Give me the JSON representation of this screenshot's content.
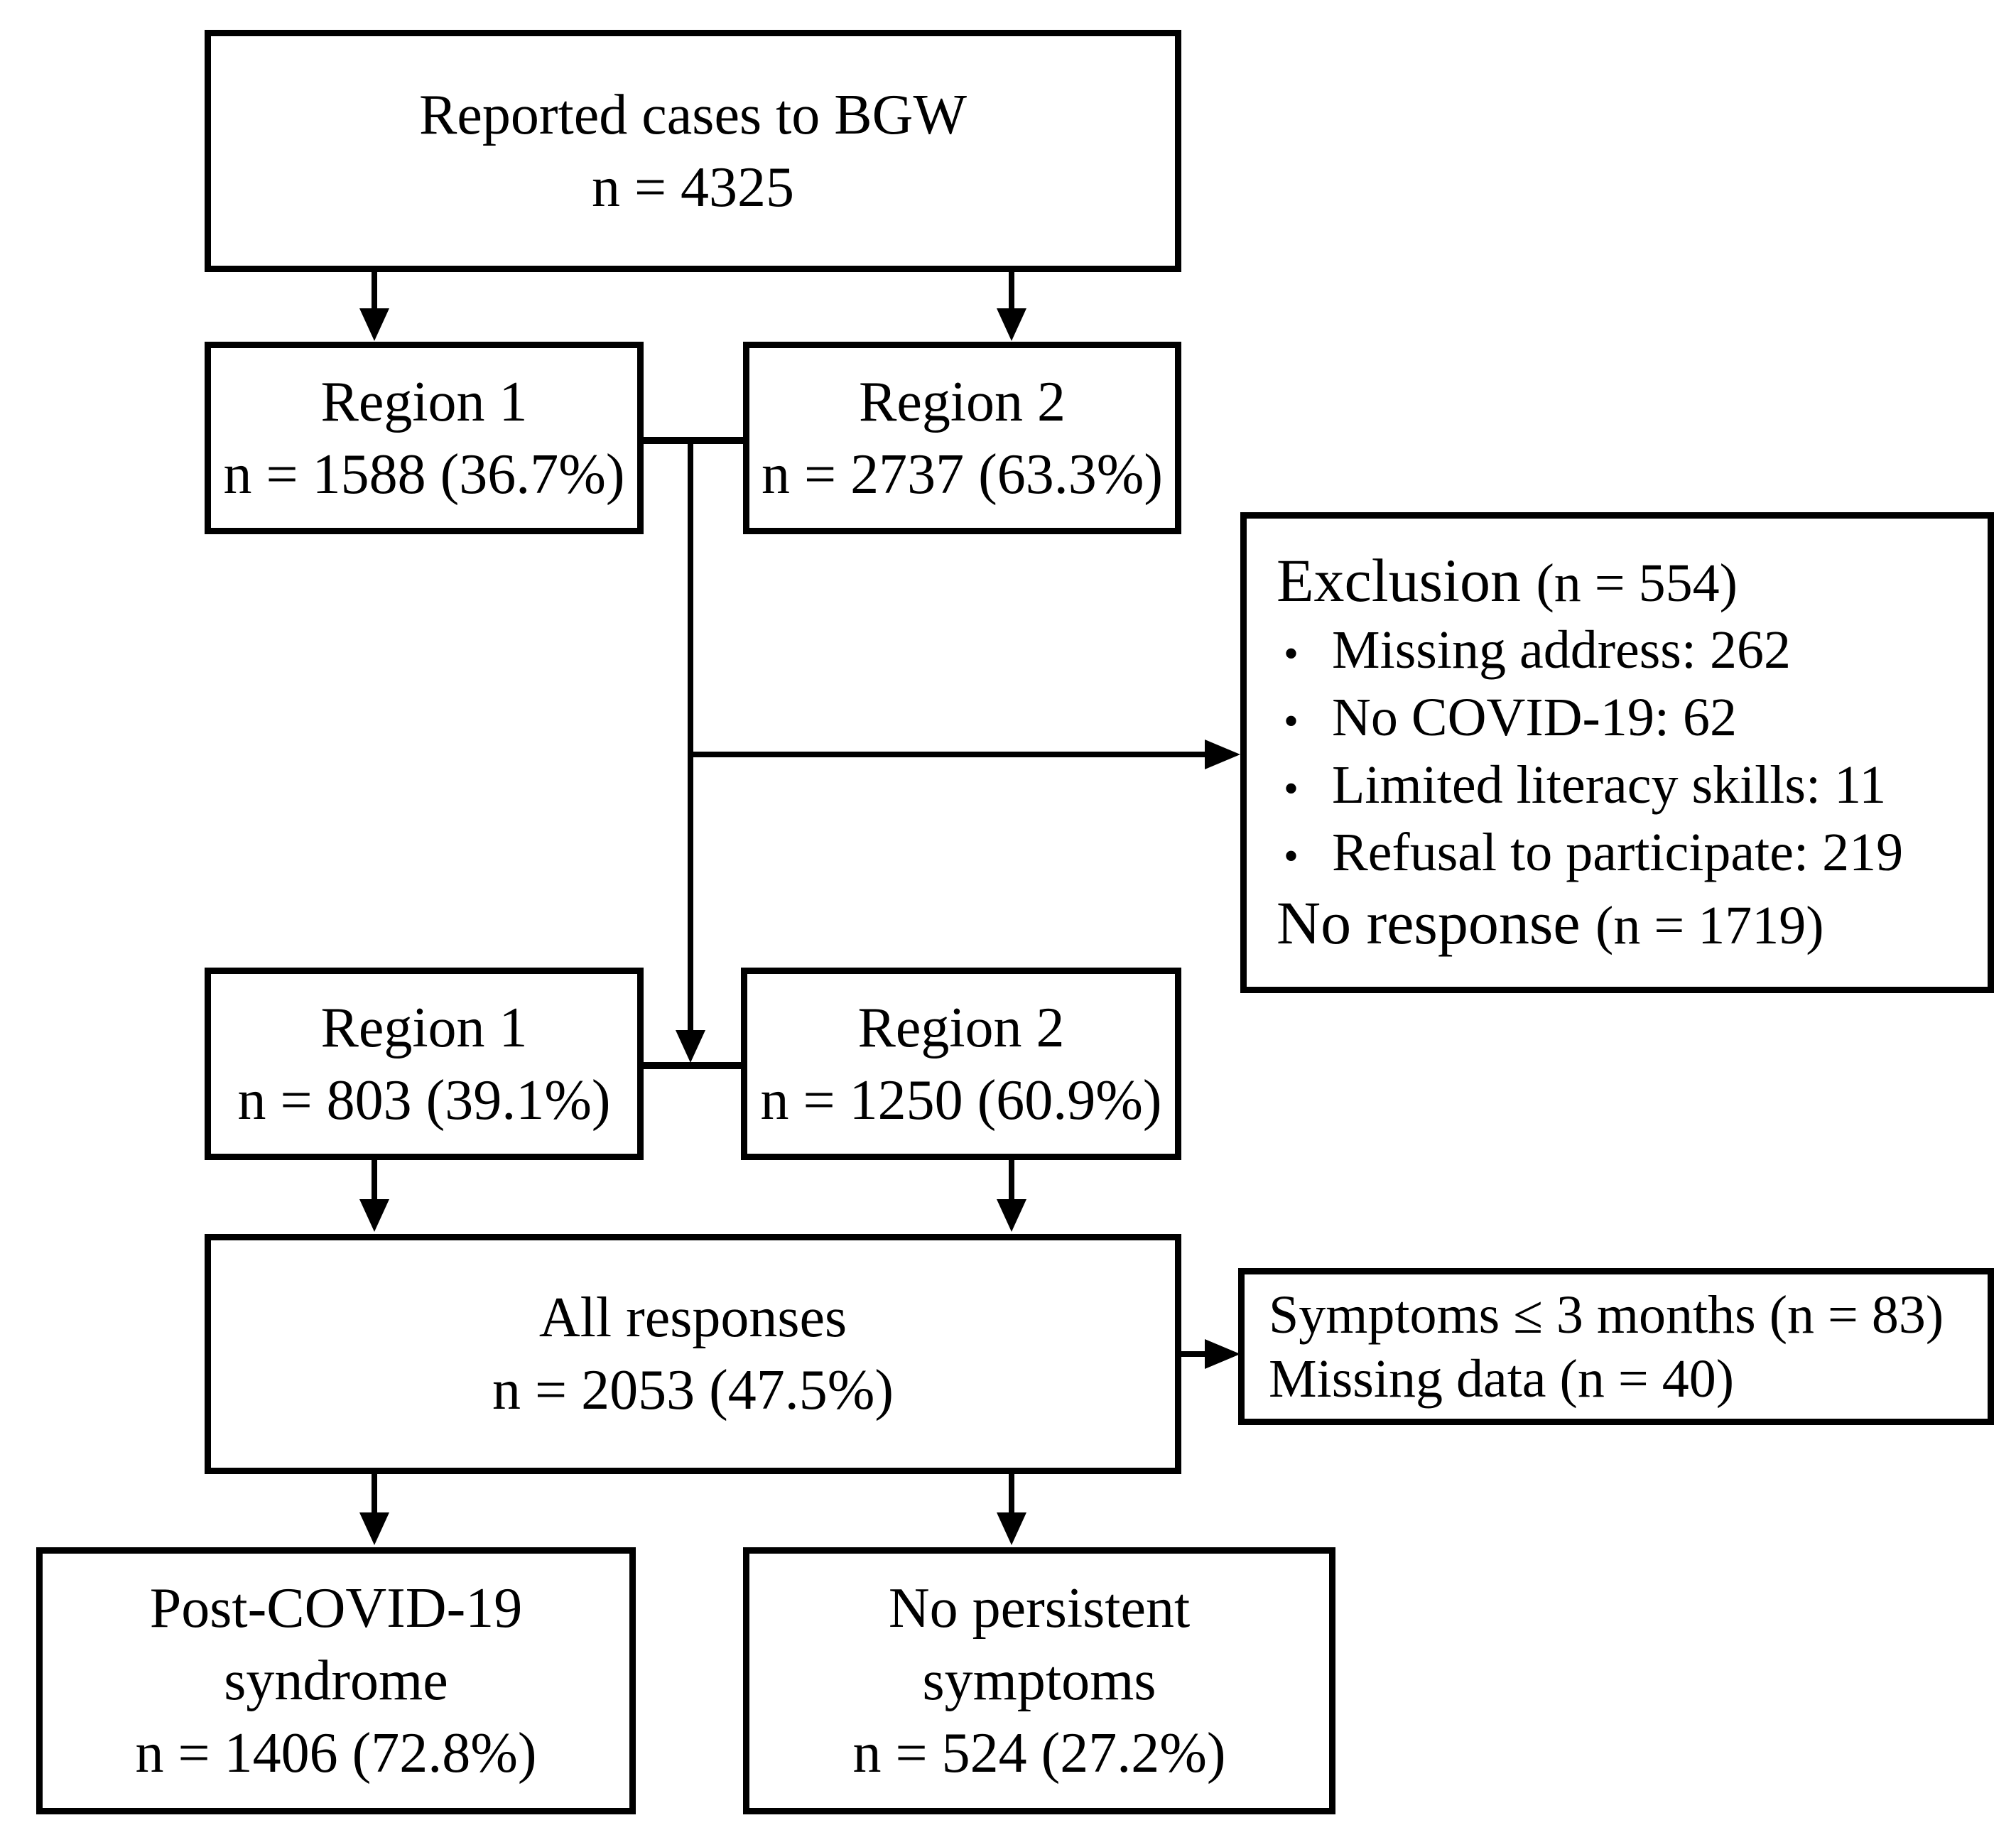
{
  "diagram": {
    "bullet_char": "•",
    "colors": {
      "line": "#000000",
      "background": "#ffffff",
      "box_fill": "#ffffff",
      "text": "#000000"
    },
    "nodes": {
      "reported": {
        "line1": "Reported cases to BGW",
        "line2": "n = 4325"
      },
      "region1_initial": {
        "line1": "Region 1",
        "line2": "n = 1588 (36.7%)"
      },
      "region2_initial": {
        "line1": "Region 2",
        "line2": "n = 2737 (63.3%)"
      },
      "exclusion": {
        "title": "Exclusion",
        "title_n": "(n = 554)",
        "bullets": [
          "Missing address: 262",
          "No COVID-19: 62",
          "Limited literacy skills: 11",
          "Refusal to participate: 219"
        ],
        "footer": "No response",
        "footer_n": "(n = 1719)"
      },
      "region1_responders": {
        "line1": "Region 1",
        "line2": "n = 803 (39.1%)"
      },
      "region2_responders": {
        "line1": "Region 2",
        "line2": "n = 1250 (60.9%)"
      },
      "all_responses": {
        "line1": "All responses",
        "line2": "n = 2053 (47.5%)"
      },
      "late_exclusions": {
        "line1": "Symptoms ≤ 3 months (n = 83)",
        "line2": "Missing data (n = 40)"
      },
      "post_covid": {
        "line1": "Post-COVID-19",
        "line2": "syndrome",
        "line3": "n = 1406 (72.8%)"
      },
      "no_persistent": {
        "line1": "No persistent",
        "line2": "symptoms",
        "line3": "n = 524 (27.2%)"
      }
    }
  }
}
